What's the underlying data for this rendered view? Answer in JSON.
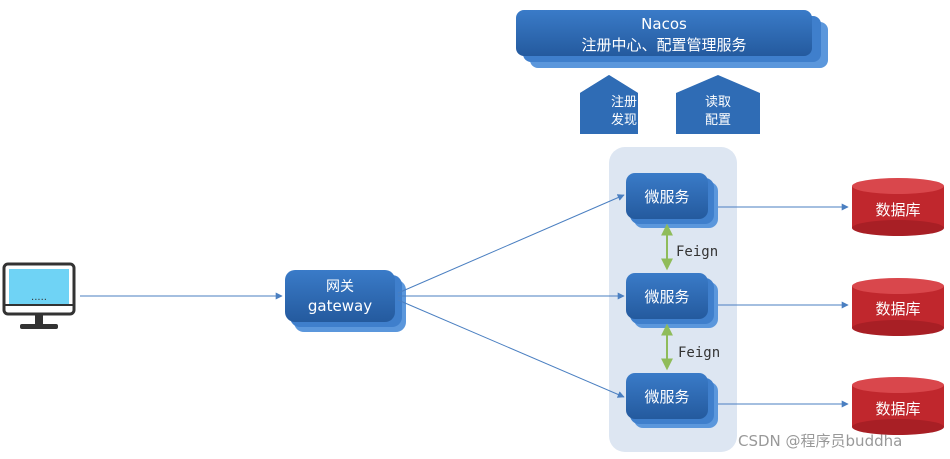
{
  "nacos": {
    "title": "Nacos",
    "subtitle": "注册中心、配置管理服务"
  },
  "arrows_up": {
    "register": [
      "注册",
      "发现"
    ],
    "config": [
      "读取",
      "配置"
    ]
  },
  "client": {
    "screen_text": "....."
  },
  "gateway": {
    "line1": "网关",
    "line2": "gateway"
  },
  "services": [
    {
      "label": "微服务"
    },
    {
      "label": "微服务"
    },
    {
      "label": "微服务"
    }
  ],
  "feign": [
    "Feign",
    "Feign"
  ],
  "databases": [
    {
      "label": "数据库"
    },
    {
      "label": "数据库"
    },
    {
      "label": "数据库"
    }
  ],
  "watermark": "CSDN @程序员buddha",
  "colors": {
    "box_blue": "#2f6cb5",
    "box_shadow": "#4a88d0",
    "cluster_bg": "#dde6f2",
    "db_red": "#c0272d",
    "line_blue": "#4a7fc1",
    "feign_green": "#8fbc5a",
    "screen_cyan": "#6fd3f5"
  }
}
